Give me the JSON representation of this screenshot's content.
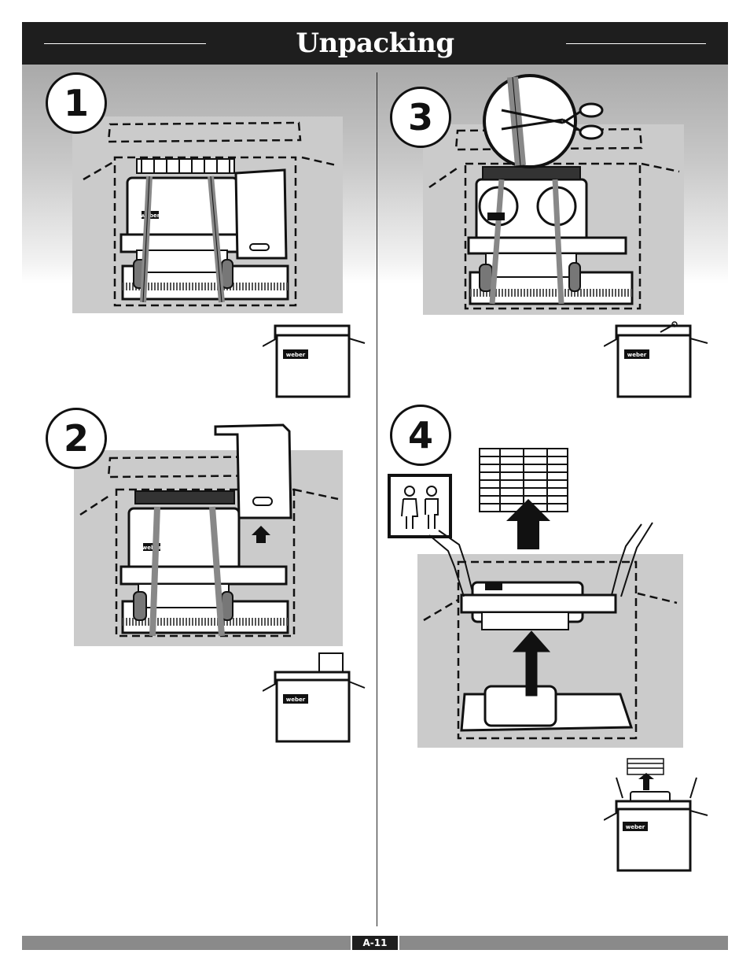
{
  "header": {
    "title": "Unpacking"
  },
  "steps": [
    {
      "number": "1"
    },
    {
      "number": "2"
    },
    {
      "number": "3"
    },
    {
      "number": "4"
    }
  ],
  "brand": {
    "logo_text": "weber"
  },
  "footer": {
    "page_number": "A-11"
  },
  "colors": {
    "header_bar": "#1e1e1e",
    "panel_gray": "#cbcbcb",
    "footer_bar": "#8a8a8a"
  }
}
